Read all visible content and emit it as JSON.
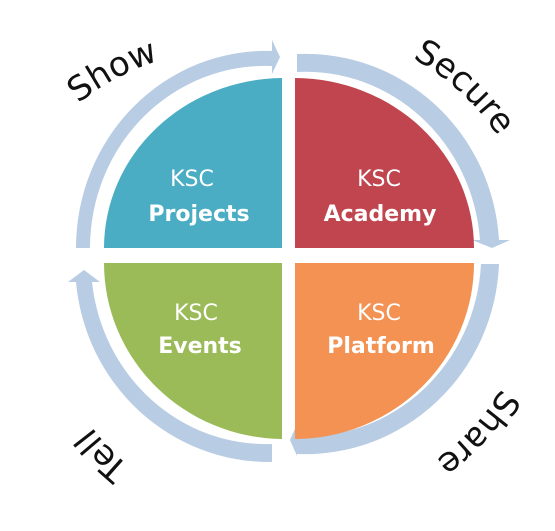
{
  "quadrants": [
    {
      "key": "projects",
      "line1": "KSC",
      "line2": "Projects",
      "color": "#4aadc4"
    },
    {
      "key": "academy",
      "line1": "KSC",
      "line2": "Academy",
      "color": "#c0454f"
    },
    {
      "key": "platform",
      "line1": "KSC",
      "line2": "Platform",
      "color": "#f39253"
    },
    {
      "key": "events",
      "line1": "KSC",
      "line2": "Events",
      "color": "#9bbb59"
    }
  ],
  "cycle_labels": {
    "show": "Show",
    "secure": "Secure",
    "share": "Share",
    "tell": "Tell"
  },
  "arrow_color": "#b8cce4"
}
